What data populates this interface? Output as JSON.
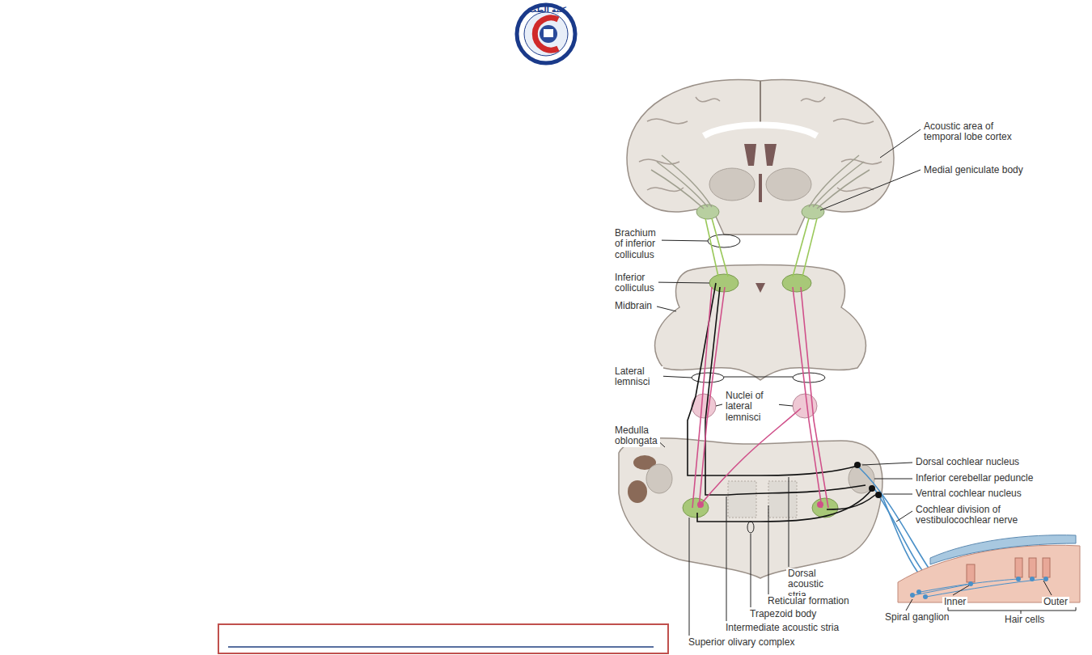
{
  "diagram": {
    "labels": [
      "Acoustic area of temporal lobe cortex",
      "Medial geniculate body",
      "Brachium of inferior colliculus",
      "Inferior colliculus",
      "Midbrain",
      "Lateral lemnisci",
      "Nuclei of lateral lemnisci",
      "Medulla oblongata",
      "Dorsal cochlear nucleus",
      "Inferior cerebellar peduncle",
      "Ventral cochlear nucleus",
      "Cochlear division of vestibulocochlear nerve",
      "Dorsal acoustic stria",
      "Reticular formation",
      "Trapezoid body",
      "Intermediate acoustic stria",
      "Superior olivary complex",
      "Inner",
      "Outer",
      "Hair cells",
      "Spiral ganglion",
      "كلية الطب"
    ]
  }
}
